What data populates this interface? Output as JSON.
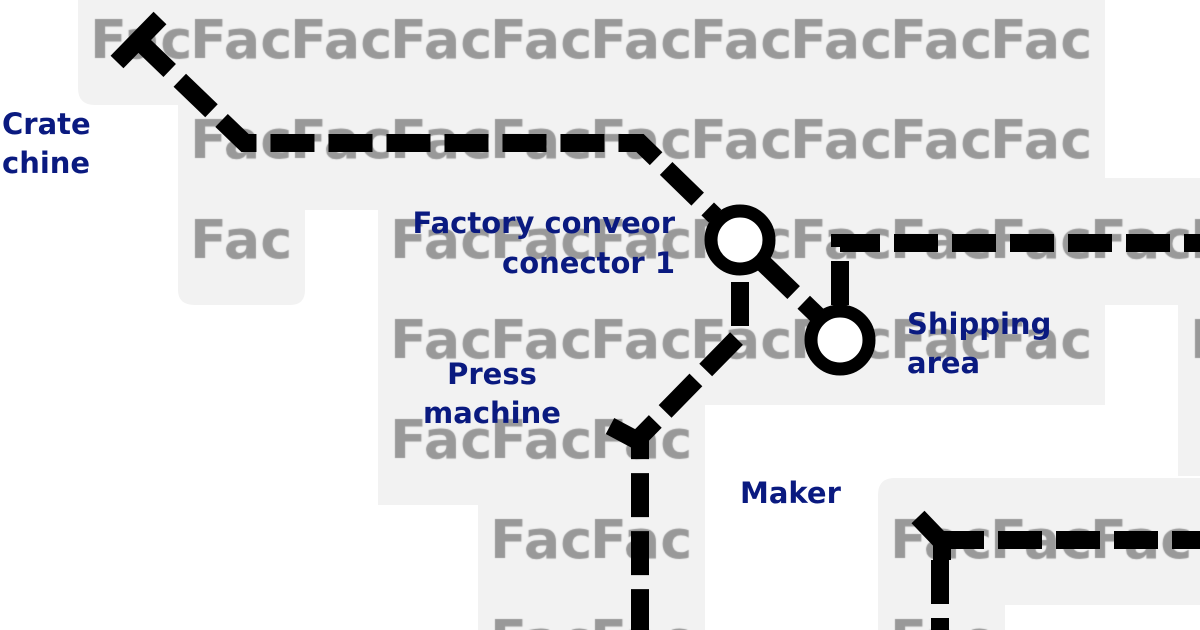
{
  "tile_label": "Fac",
  "colors": {
    "line": "#000000",
    "label": "#0a1a80",
    "tile_text": "#999999",
    "block": "#f2f2f2"
  },
  "stations": {
    "crate_machine": [
      "Crate",
      "chine"
    ],
    "factory_conveyor": [
      "Factory conveor",
      "conector 1"
    ],
    "press_machine": [
      "Press",
      "machine"
    ],
    "shipping_area": [
      "Shipping",
      "area"
    ],
    "maker": "Maker"
  }
}
